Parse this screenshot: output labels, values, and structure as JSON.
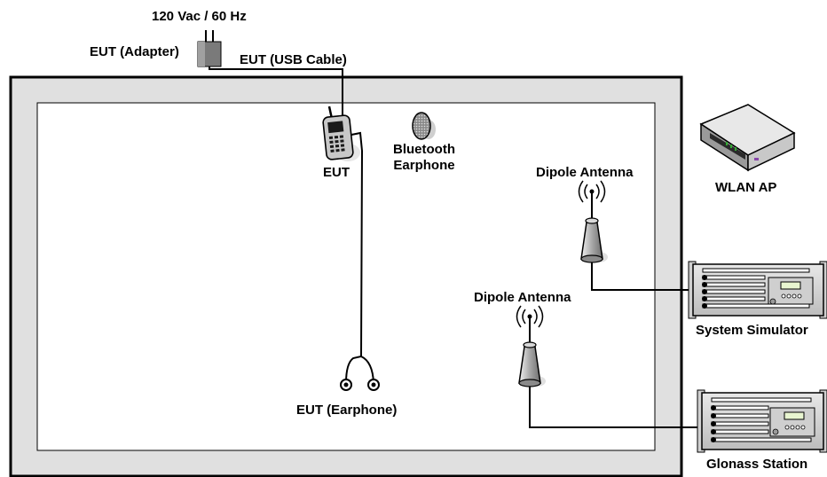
{
  "labels": {
    "power": "120 Vac / 60 Hz",
    "adapter": "EUT (Adapter)",
    "usb_cable": "EUT (USB Cable)",
    "eut": "EUT",
    "bt_line1": "Bluetooth",
    "bt_line2": "Earphone",
    "dipole_top": "Dipole Antenna",
    "dipole_bottom": "Dipole Antenna",
    "wlan_ap": "WLAN AP",
    "system_simulator": "System Simulator",
    "earphone": "EUT (Earphone)",
    "glonass": "Glonass Station"
  },
  "icons": [
    "power-adapter-icon",
    "mobile-phone-icon",
    "bluetooth-earphone-icon",
    "wired-earphone-icon",
    "dipole-antenna-icon",
    "wlan-router-icon",
    "rack-instrument-icon"
  ],
  "colors": {
    "chamber_wall": "#e0e0e0",
    "outline": "#000000",
    "device_gray": "#b4b4b4"
  }
}
